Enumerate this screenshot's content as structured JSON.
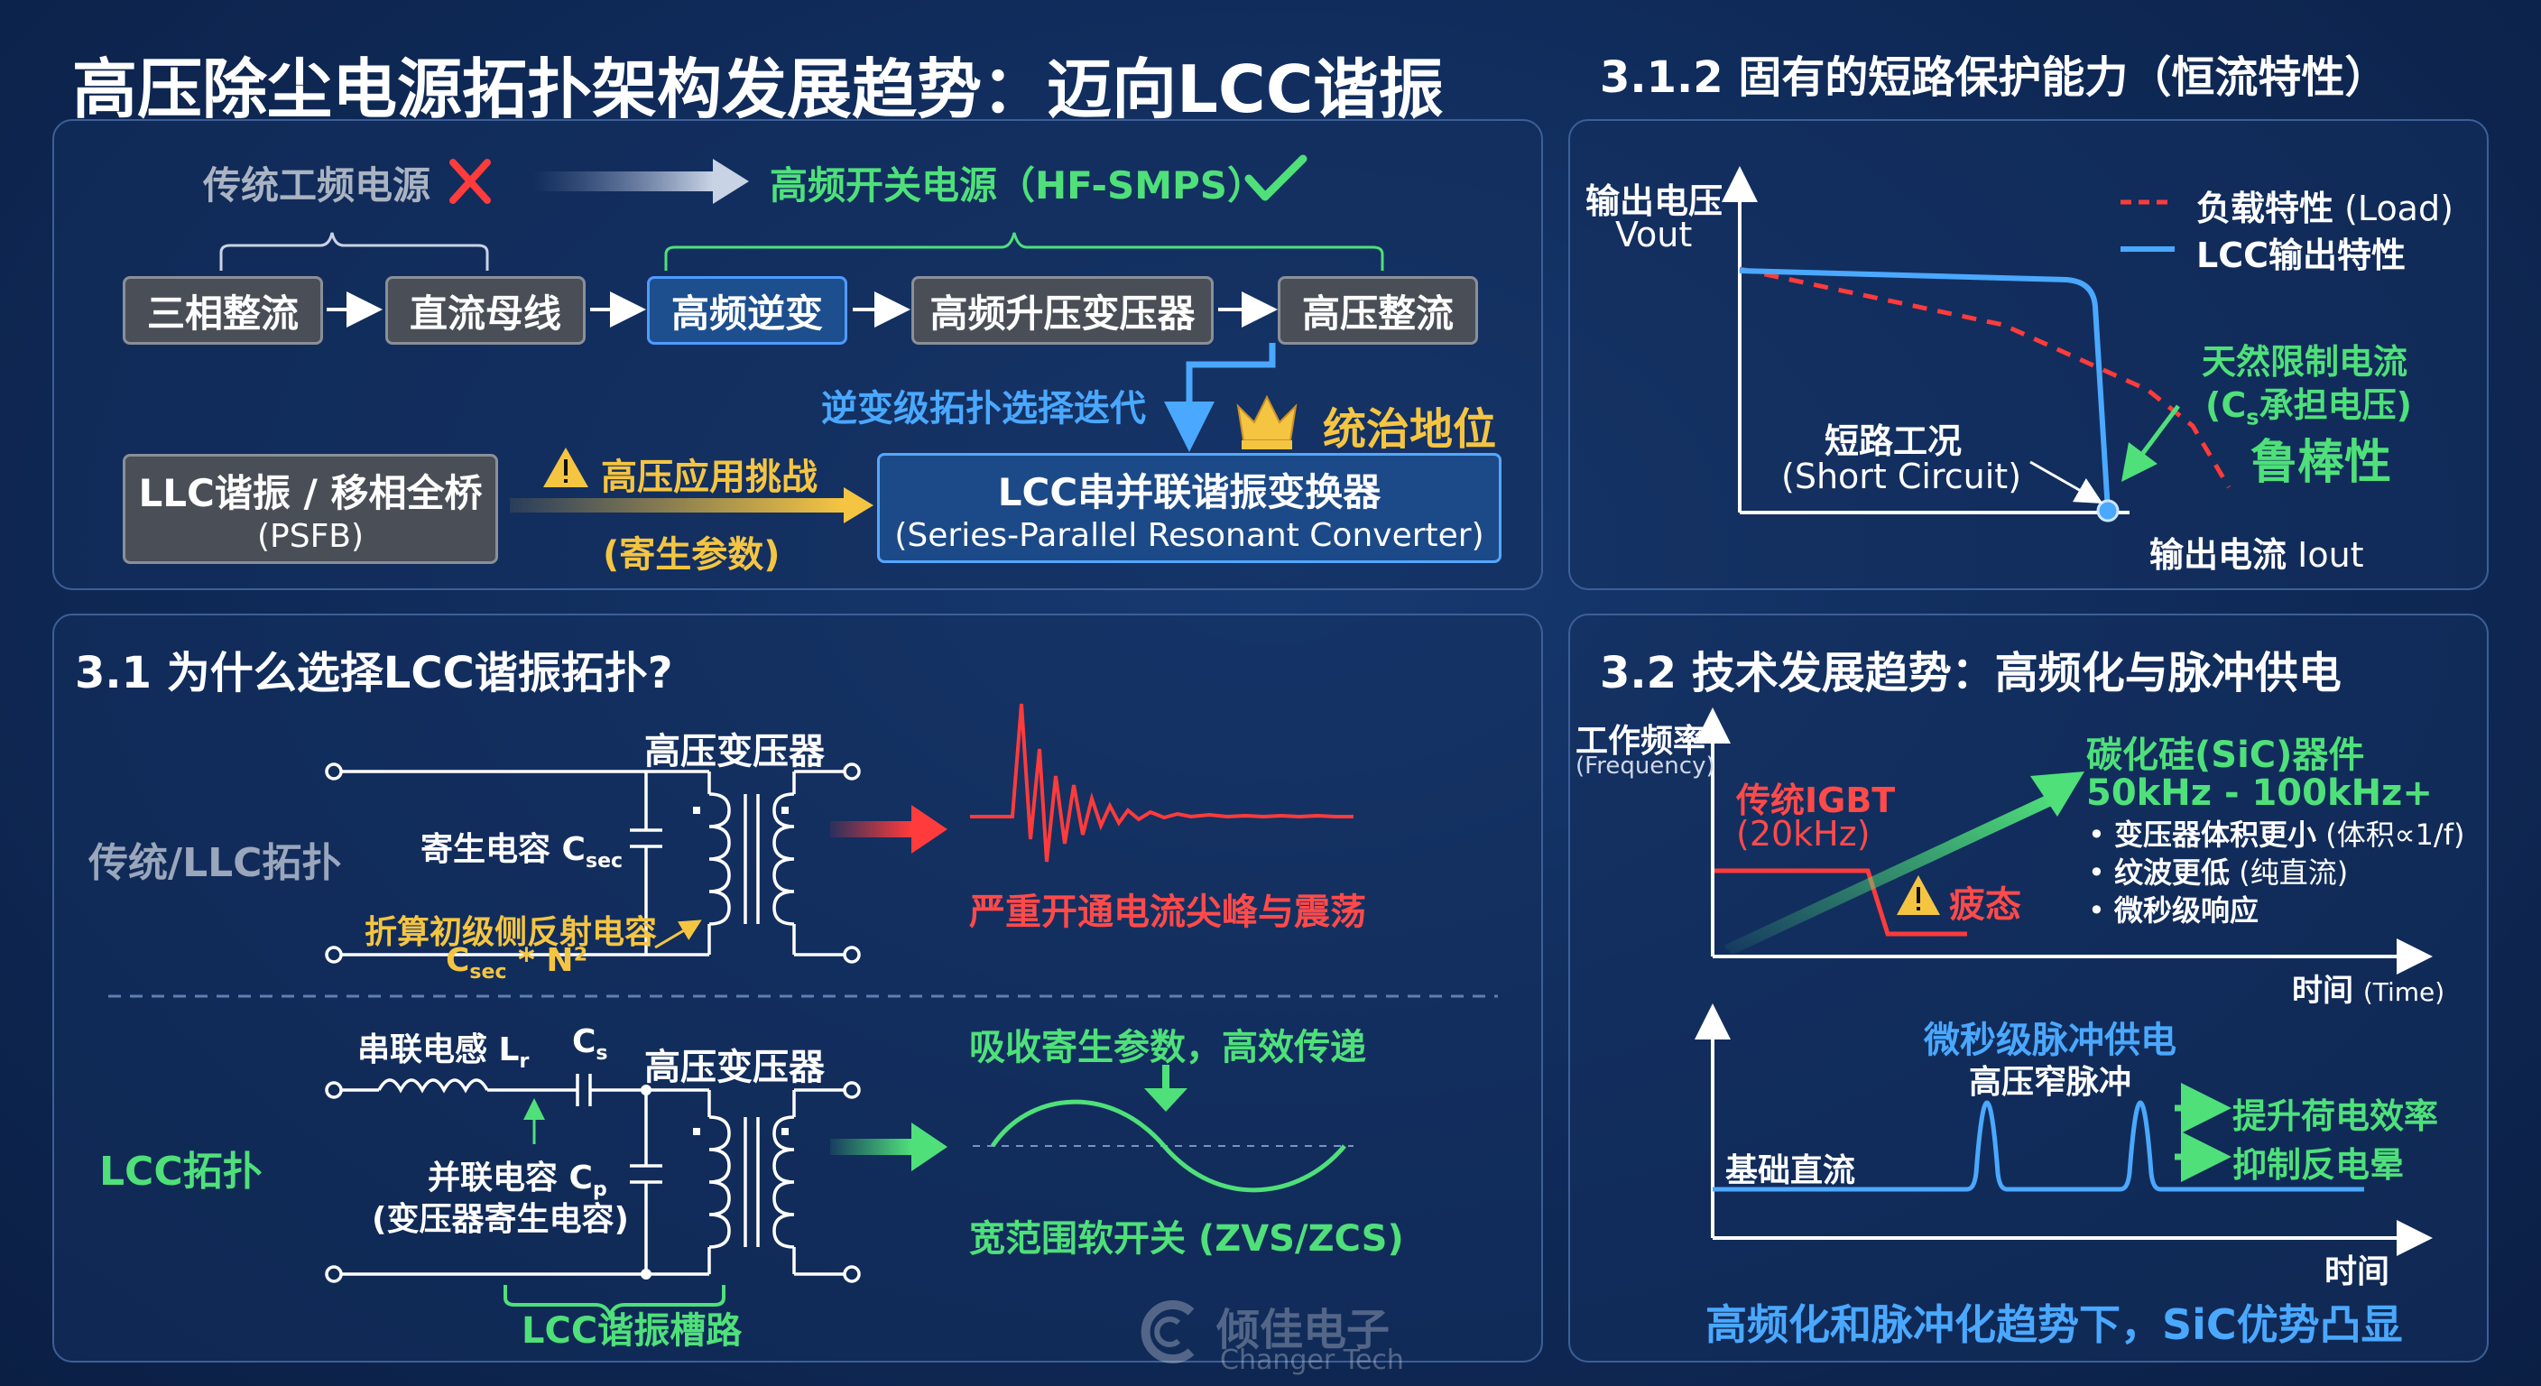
{
  "title": "高压除尘电源拓扑架构发展趋势：迈向LCC谐振",
  "evolution": {
    "traditional": "传统工频电源",
    "hf_smps": "高频开关电源（HF-SMPS）",
    "chain": [
      "三相整流",
      "直流母线",
      "高频逆变",
      "高频升压变压器",
      "高压整流"
    ],
    "iteration": "逆变级拓扑选择迭代",
    "dominance": "统治地位",
    "llc_box_line1": "LLC谐振 / 移相全桥",
    "llc_box_line2": "(PSFB)",
    "challenge": "高压应用挑战",
    "parasitic": "(寄生参数)",
    "lcc_box_line1": "LCC串并联谐振变换器",
    "lcc_box_line2": "(Series-Parallel Resonant Converter)"
  },
  "short_circuit": {
    "title": "3.1.2 固有的短路保护能力（恒流特性）",
    "y_label": "输出电压",
    "y_label2": "Vout",
    "x_label": "输出电流",
    "x_label2": "Iout",
    "legend_load": "负载特性",
    "legend_load_en": "(Load)",
    "legend_lcc": "LCC输出特性",
    "natural_limit": "天然限制电流",
    "cs_bear_pre": "(C",
    "cs_bear_sub": "s",
    "cs_bear_post": "承担电压)",
    "robust": "鲁棒性",
    "sc_label": "短路工况",
    "sc_label_en": "(Short Circuit)"
  },
  "why_lcc": {
    "title": "3.1 为什么选择LCC谐振拓扑?",
    "trad_label": "传统/LLC拓扑",
    "hv_transformer": "高压变压器",
    "parasitic_cap": "寄生电容 C",
    "parasitic_cap_sub": "sec",
    "reflected": "折算初级侧反射电容",
    "reflected_formula_pre": "C",
    "reflected_formula_sub": "sec",
    "reflected_formula_post": " * N²",
    "spike_text": "严重开通电流尖峰与震荡",
    "lcc_label": "LCC拓扑",
    "series_l": "串联电感 L",
    "series_l_sub": "r",
    "cs": "C",
    "cs_sub": "s",
    "hv_transformer2": "高压变压器",
    "parallel_c": "并联电容 C",
    "parallel_c_sub": "p",
    "parallel_c_note": "(变压器寄生电容)",
    "tank": "LCC谐振槽路",
    "absorb": "吸收寄生参数，高效传递",
    "zvs": "宽范围软开关 (ZVS/ZCS)"
  },
  "trends": {
    "title": "3.2 技术发展趋势：高频化与脉冲供电",
    "y_label": "工作频率",
    "y_label_en": "(Frequency)",
    "x_label": "时间",
    "x_label_en": "(Time)",
    "igbt": "传统IGBT",
    "igbt_freq": "(20kHz)",
    "fatigue": "疲态",
    "sic": "碳化硅(SiC)器件",
    "sic_freq": "50kHz - 100kHz+",
    "bullets": [
      {
        "main": "变压器体积更小",
        "note": " (体积∝1/f)"
      },
      {
        "main": "纹波更低",
        "note": " (纯直流)"
      },
      {
        "main": "微秒级响应",
        "note": ""
      }
    ],
    "pulse_title": "微秒级脉冲供电",
    "pulse_sub": "高压窄脉冲",
    "base_dc": "基础直流",
    "benefit1": "提升荷电效率",
    "benefit2": "抑制反电晕",
    "x_label2": "时间",
    "conclusion": "高频化和脉冲化趋势下，SiC优势凸显"
  },
  "watermark": {
    "cn": "倾佳电子",
    "en": "Changer Tech"
  },
  "colors": {
    "green": "#4fe07a",
    "yellow": "#f5c542",
    "red": "#ff3b3b",
    "blue": "#4aa8ff"
  }
}
